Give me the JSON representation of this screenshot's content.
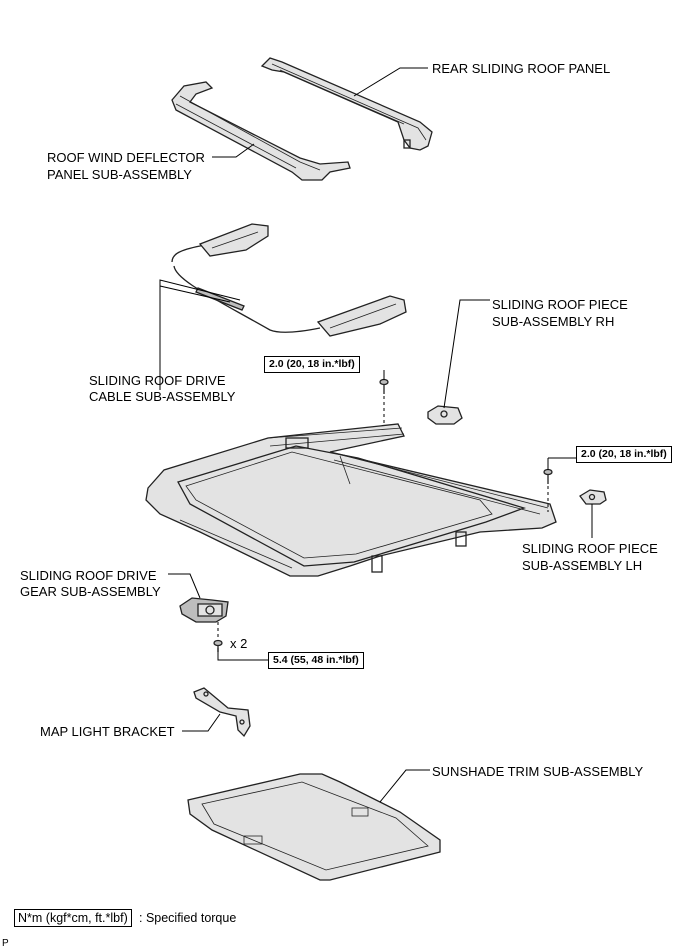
{
  "labels": {
    "rear_panel": "REAR SLIDING ROOF PANEL",
    "deflector_1": "ROOF WIND DEFLECTOR",
    "deflector_2": "PANEL SUB-ASSEMBLY",
    "cable_1": "SLIDING ROOF DRIVE",
    "cable_2": "CABLE SUB-ASSEMBLY",
    "piece_rh_1": "SLIDING ROOF PIECE",
    "piece_rh_2": "SUB-ASSEMBLY RH",
    "piece_lh_1": "SLIDING ROOF PIECE",
    "piece_lh_2": "SUB-ASSEMBLY LH",
    "gear_1": "SLIDING ROOF DRIVE",
    "gear_2": "GEAR SUB-ASSEMBLY",
    "map_light": "MAP LIGHT BRACKET",
    "sunshade": "SUNSHADE TRIM SUB-ASSEMBLY",
    "qty": "x 2"
  },
  "torques": {
    "center": "2.0 (20, 18 in.*lbf)",
    "right": "2.0 (20, 18 in.*lbf)",
    "gear": "5.4 (55, 48 in.*lbf)"
  },
  "legend": {
    "unit": "N*m (kgf*cm, ft.*lbf)",
    "text": ": Specified torque"
  },
  "corner_mark": "P"
}
